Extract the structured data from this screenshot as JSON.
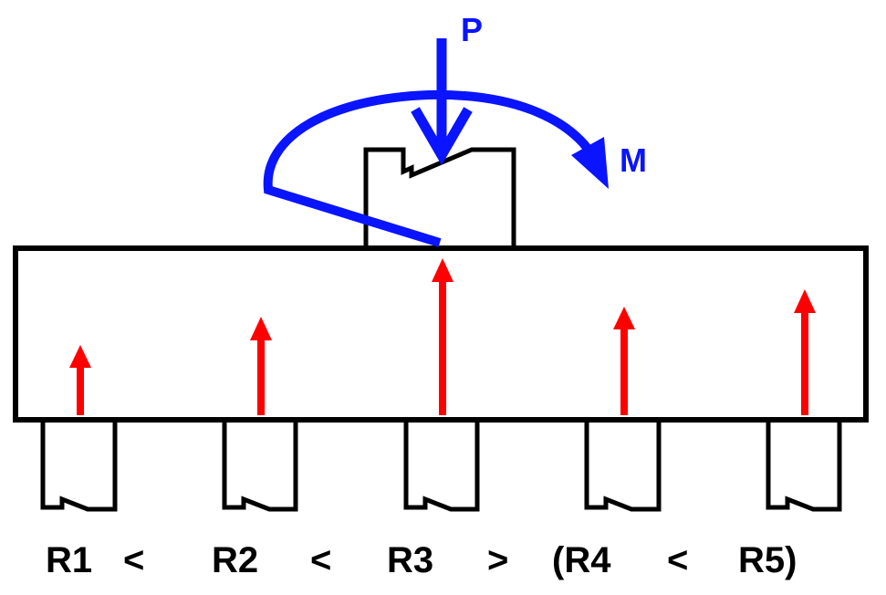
{
  "labels": {
    "load": "P",
    "moment": "M",
    "r1": "R1",
    "lt1": "<",
    "r2": "R2",
    "lt2": "<",
    "r3": "R3",
    "gt3": ">",
    "r4": "(R4",
    "lt4": "<",
    "r5": "R5)"
  },
  "colors": {
    "load": "#0a14ff",
    "reaction": "#ff0000",
    "outline": "#000000"
  }
}
